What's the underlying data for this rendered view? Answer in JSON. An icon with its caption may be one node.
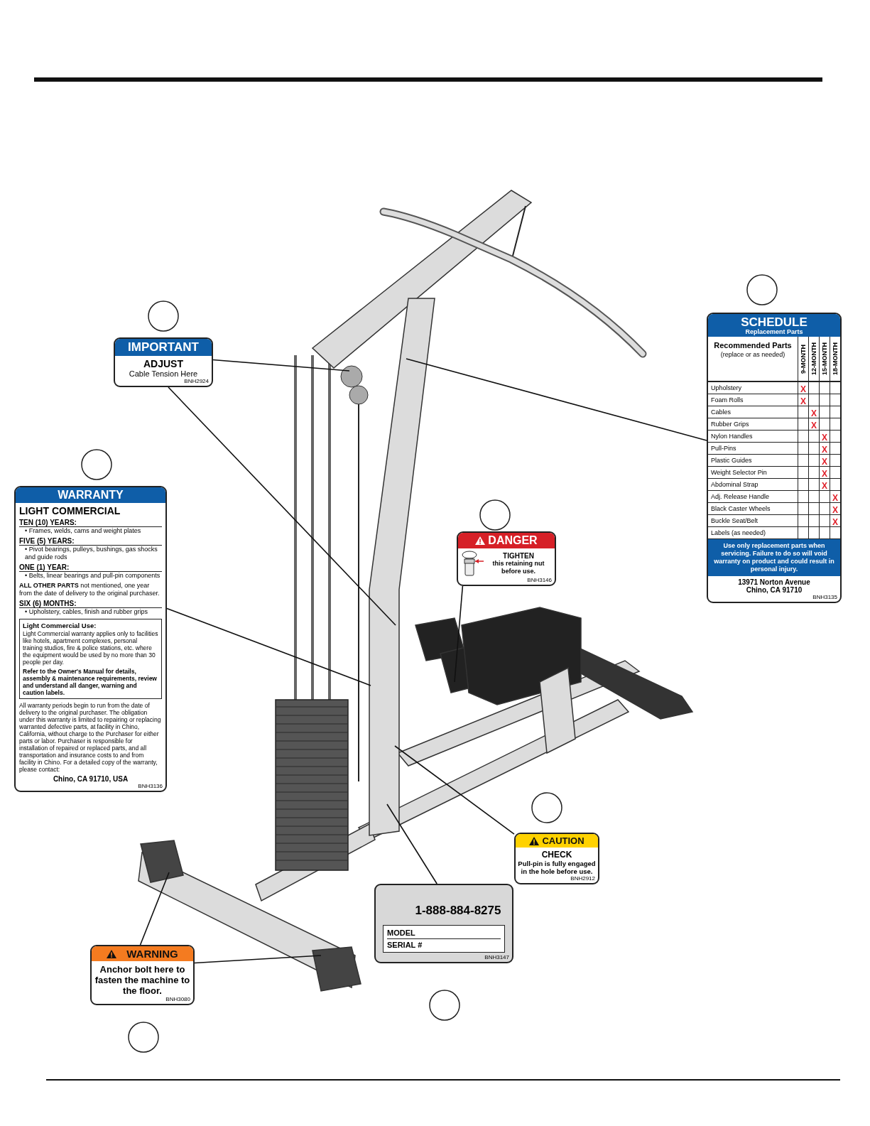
{
  "diagram": {
    "nodes": [
      {
        "text": [
          "SCHEDULE",
          "Replacement Parts",
          "Recommended Parts",
          "(replace or as needed)",
          "9-MONTH",
          "12-MONTH",
          "15-MONTH",
          "18-MONTH",
          "Upholstery",
          "X",
          "Foam Rolls",
          "X",
          "Cables",
          "X",
          "Rubber Grips",
          "X",
          "Nylon Handles",
          "X",
          "Pull-Pins",
          "X",
          "Plastic Guides",
          "X",
          "Weight Selector Pin",
          "X",
          "Abdominal Strap",
          "X",
          "Adj. Release Handle",
          "X",
          "Black Caster Wheels",
          "X",
          "Buckle Seat/Belt",
          "X",
          "Labels (as needed)",
          "Use only replacement parts when servicing. Failure to do so will void warranty on product and could result in personal injury.",
          "13971 Norton Avenue",
          "Chino, CA 91710",
          "BNH3135"
        ]
      },
      {
        "text": [
          "IMPORTANT",
          "ADJUST",
          "Cable Tension Here",
          "BNH2924"
        ]
      },
      {
        "text": [
          "WARRANTY",
          "LIGHT COMMERCIAL",
          "TEN (10) YEARS:",
          "• Frames, welds, cams and weight plates",
          "FIVE (5) YEARS:",
          "• Pivot bearings, pulleys, bushings, gas shocks and guide rods",
          "ONE (1) YEAR:",
          "• Belts, linear bearings and pull-pin components",
          "**ALL OTHER PARTS** not mentioned, one year from the date of delivery to the original purchaser.",
          "SIX (6) MONTHS:",
          "• Upholstery, cables, finish and rubber grips",
          "Light Commercial Use:",
          "Light Commercial warranty applies only to facilities like hotels, apartment complexes, personal training studios, fire & police stations, etc. where the equipment would be used by no more than 30 people per day.",
          "Refer to the Owner's Manual for details, assembly & maintenance requirements, review and understand all danger, warning and caution labels.",
          "All warranty periods begin to run from the date of delivery to the original purchaser. The obligation under this warranty is limited to repairing or replacing warranted defective parts, at facility in Chino, California, without charge to the Purchaser for either parts or labor. Purchaser is responsible for installation of repaired or replaced parts, and all transportation and insurance costs to and from facility in Chino. For a detailed copy of the warranty, please contact:",
          "Chino, CA 91710, USA",
          "BNH3136"
        ]
      },
      {
        "text": [
          "DANGER",
          "TIGHTEN",
          "this retaining nut before use.",
          "BNH3146"
        ]
      },
      {
        "text": [
          "CAUTION",
          "CHECK",
          "Pull-pin is fully engaged in the hole before use.",
          "BNH2912"
        ]
      },
      {
        "text": [
          "1-888-884-8275",
          "MODEL",
          "SERIAL #",
          "BNH3147"
        ]
      },
      {
        "text": [
          "WARNING",
          "Anchor bolt here to fasten the machine to the floor.",
          "BNH3080"
        ]
      },
      {
        "text": [],
        "shape": "picture"
      },
      {
        "text": [],
        "shape": "picture"
      },
      {
        "text": [],
        "shape": "picture"
      },
      {
        "text": [],
        "shape": "picture"
      },
      {
        "text": [],
        "shape": "picture"
      }
    ],
    "edges": [
      {
        "from": 0,
        "to": 7,
        "arrow": "none"
      },
      {
        "from": 1,
        "to": 8,
        "arrow": "none"
      },
      {
        "from": 1,
        "to": 7,
        "arrow": "none"
      },
      {
        "from": 2,
        "to": 7,
        "arrow": "none"
      },
      {
        "from": 3,
        "to": 9,
        "arrow": "none"
      },
      {
        "from": 4,
        "to": 7,
        "arrow": "none"
      },
      {
        "from": 5,
        "to": 7,
        "arrow": "none"
      },
      {
        "from": 6,
        "to": 10,
        "arrow": "none"
      },
      {
        "from": 6,
        "to": 11,
        "arrow": "none"
      }
    ]
  }
}
